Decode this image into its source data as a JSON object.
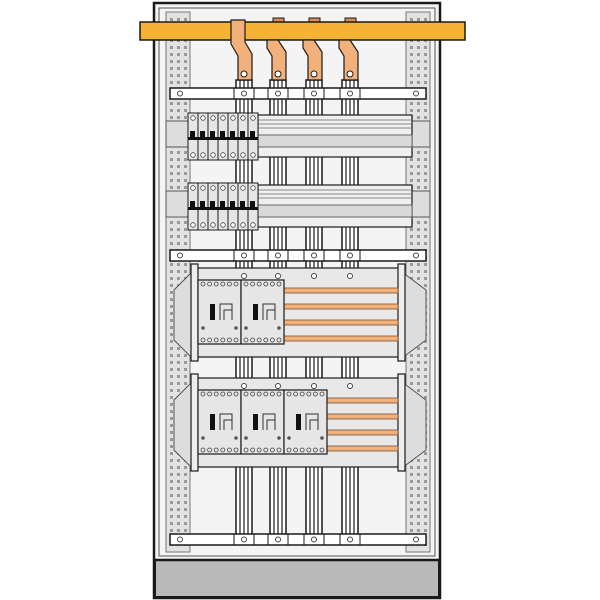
{
  "colors": {
    "outline": "#1a1a1a",
    "panel": "#f4f4f4",
    "upright": "#e2e2e2",
    "main_busbar": "#f5b335",
    "copper": "#f2b07a",
    "rail": "#d9d9d9",
    "breaker": "#e6e6e6",
    "plinth": "#b9b9b9"
  },
  "vertical_busbar_count": 4,
  "mcb_rows": 2,
  "mccb_rows": [
    {
      "breakers": 2
    },
    {
      "breakers": 3
    }
  ]
}
